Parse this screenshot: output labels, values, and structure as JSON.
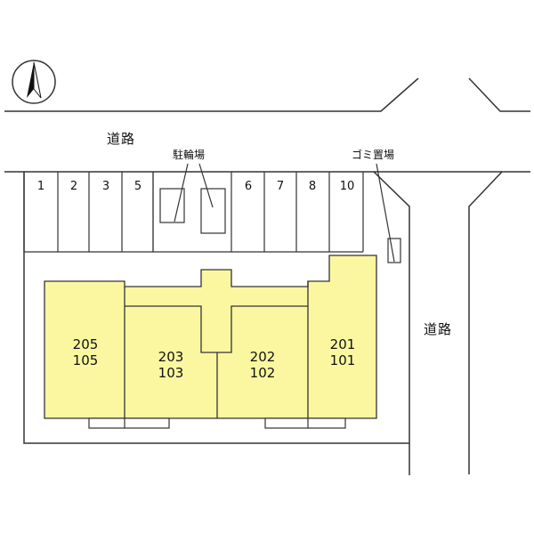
{
  "compass": {
    "icon": "north-arrow-icon"
  },
  "labels": {
    "road_north": "道路",
    "road_east": "道路",
    "bicycle_parking": "駐輪場",
    "garbage_area": "ゴミ置場"
  },
  "parking_slots": [
    "1",
    "2",
    "3",
    "5",
    "6",
    "7",
    "8",
    "10"
  ],
  "units": [
    {
      "upper": "205",
      "lower": "105"
    },
    {
      "upper": "203",
      "lower": "103"
    },
    {
      "upper": "202",
      "lower": "102"
    },
    {
      "upper": "201",
      "lower": "101"
    }
  ],
  "colors": {
    "building_fill": "#fbf7a0",
    "line": "#333333"
  }
}
